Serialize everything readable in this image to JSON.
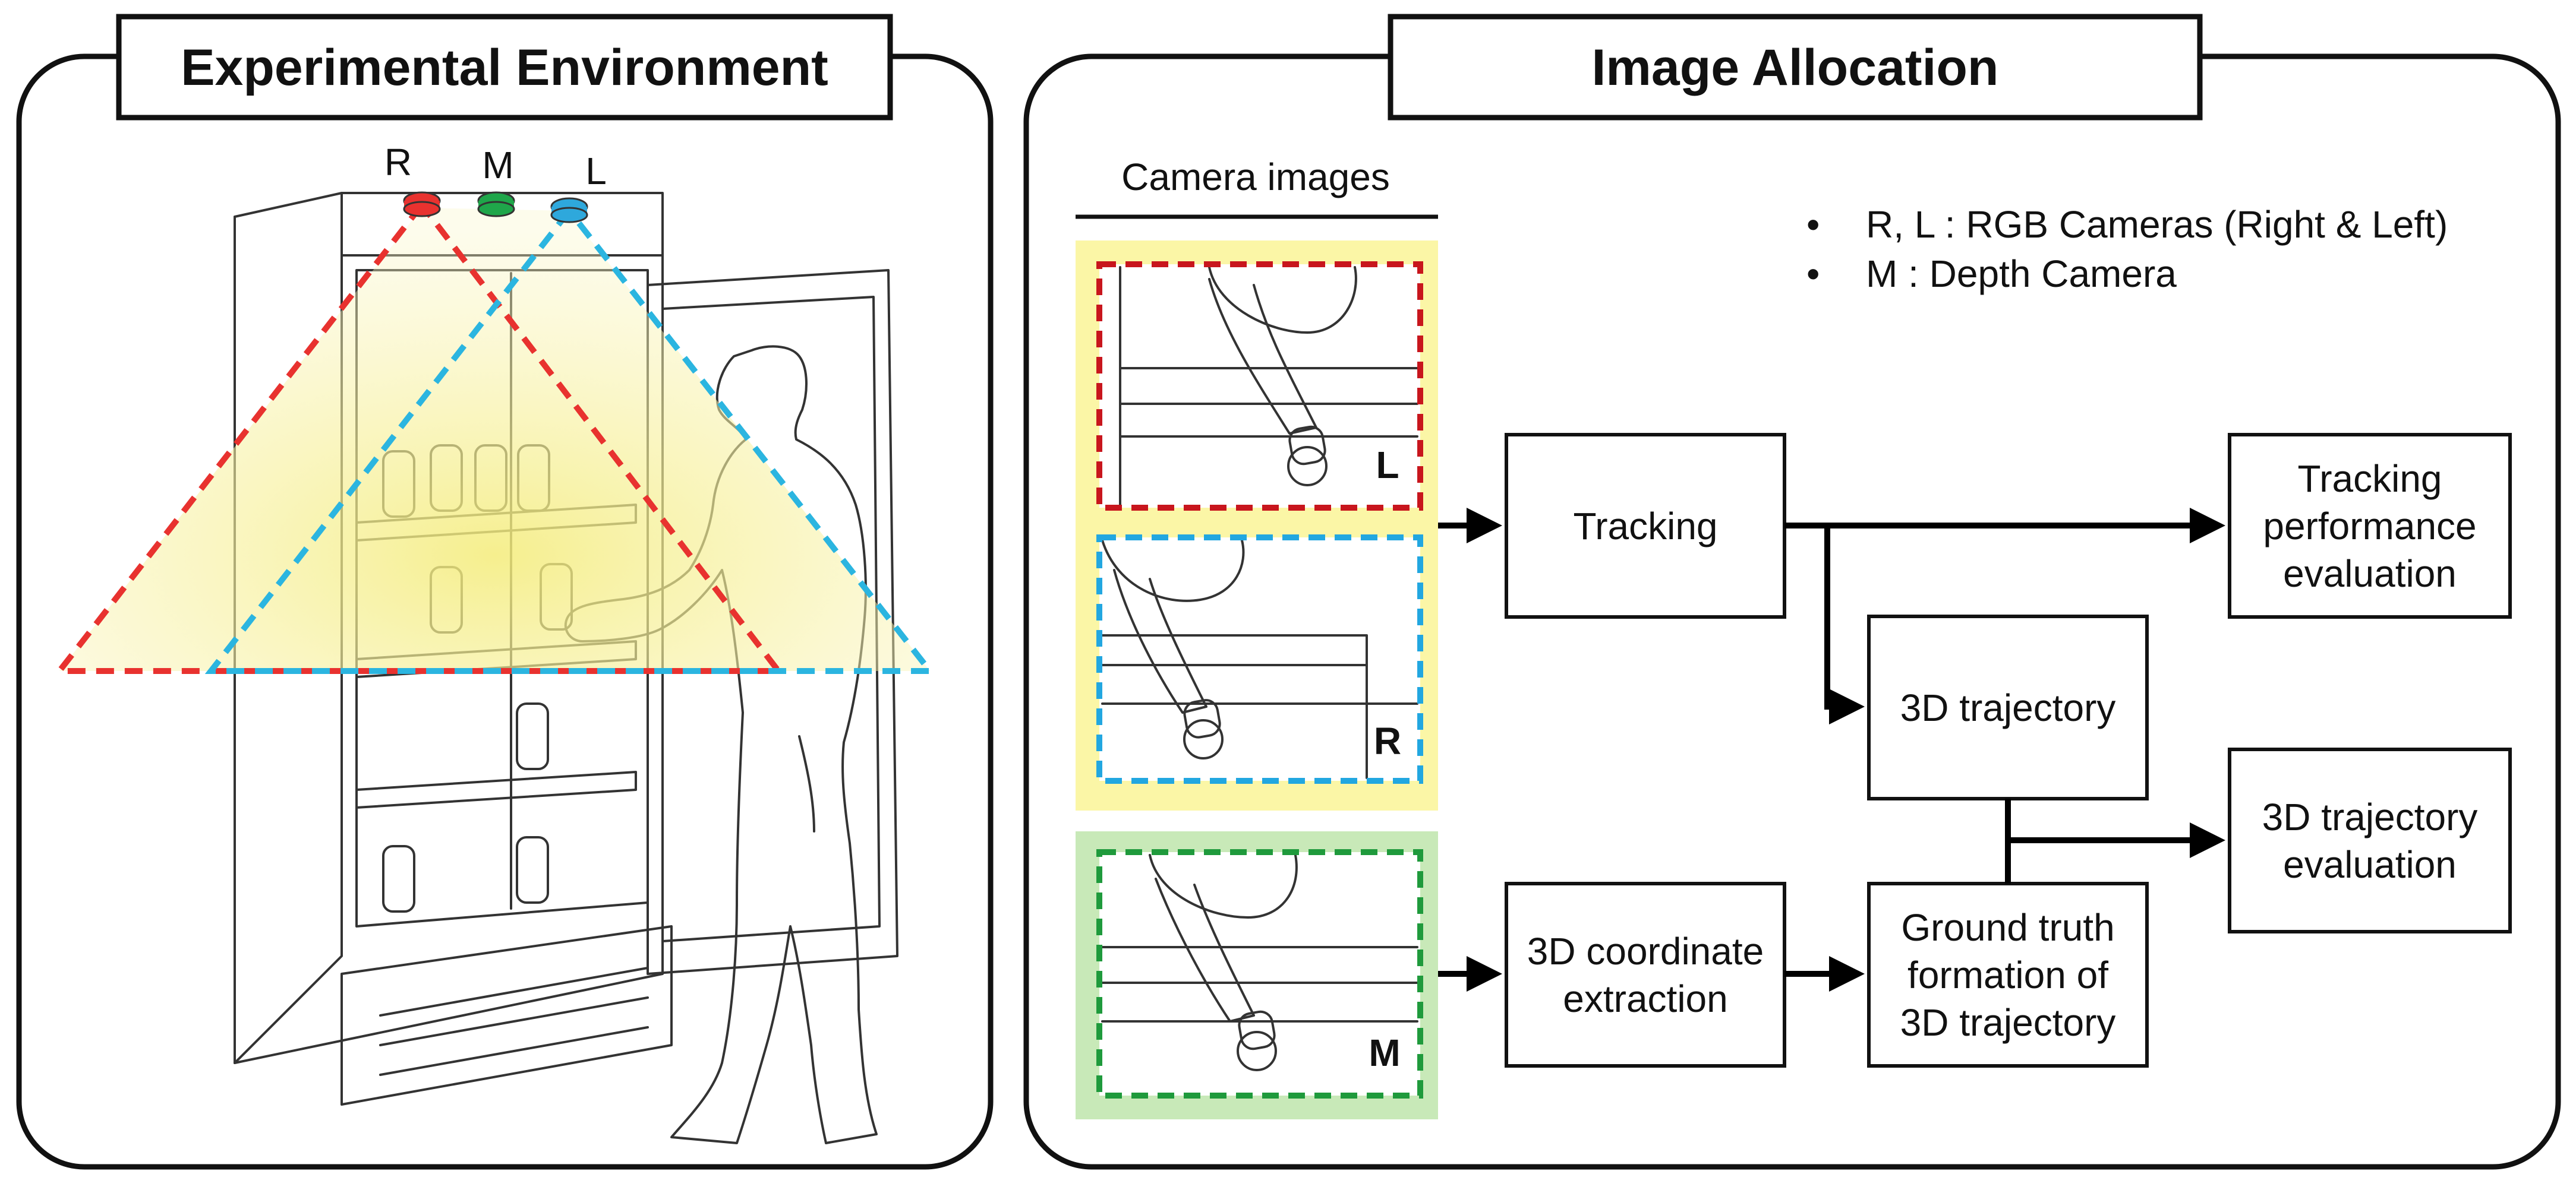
{
  "panels": {
    "left_title": "Experimental Environment",
    "right_title": "Image Allocation"
  },
  "cameras": {
    "r_label": "R",
    "m_label": "M",
    "l_label": "L",
    "colors": {
      "r": "#e8322f",
      "m": "#1fa64a",
      "l": "#2ea8dc"
    }
  },
  "camera_images": {
    "heading": "Camera images",
    "tiles": [
      {
        "letter": "L",
        "border_color": "#c8161d"
      },
      {
        "letter": "R",
        "border_color": "#22a7e0"
      },
      {
        "letter": "M",
        "border_color": "#1f9a3c"
      }
    ],
    "rgb_bg": "#fbf6a6",
    "depth_bg": "#c8e9b8"
  },
  "legend": [
    {
      "bullet": "•",
      "text": "R, L : RGB Cameras (Right & Left)"
    },
    {
      "bullet": "•",
      "text": "M : Depth Camera"
    }
  ],
  "flow": {
    "tracking": "Tracking",
    "tracking_eval": [
      "Tracking",
      "performance",
      "evaluation"
    ],
    "trajectory_3d": "3D trajectory",
    "trajectory_eval": [
      "3D trajectory",
      "evaluation"
    ],
    "coord_extraction": [
      "3D coordinate",
      "extraction"
    ],
    "ground_truth": [
      "Ground truth",
      "formation of",
      "3D trajectory"
    ]
  }
}
